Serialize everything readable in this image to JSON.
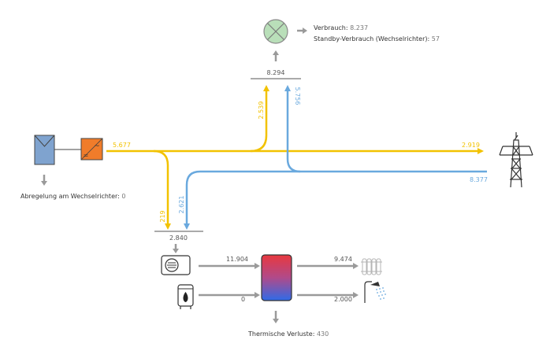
{
  "consumption": {
    "verbrauch_label": "Verbrauch:",
    "verbrauch_value": "8.237",
    "standby_label": "Standby-Verbrauch (Wechselrichter):",
    "standby_value": "57",
    "total_value": "8.294"
  },
  "pv": {
    "output_value": "5.677",
    "curtailment_label": "Abregelung am Wechselrichter:",
    "curtailment_value": "0"
  },
  "flows": {
    "pv_to_consumption": "2.539",
    "grid_to_consumption": "5.756",
    "pv_to_grid": "2.919",
    "grid_import": "8.377",
    "pv_to_heatpump": "219",
    "grid_to_heatpump": "2.621"
  },
  "heat": {
    "heatpump_total": "2.840",
    "heatpump_to_storage": "11.904",
    "boiler_to_storage": "0",
    "storage_to_heating": "9.474",
    "storage_to_hotwater": "2.000",
    "losses_label": "Thermische Verluste:",
    "losses_value": "430"
  },
  "colors": {
    "solar": "#f2c200",
    "grid": "#6aa9de",
    "neutral": "#9a9a9a",
    "inverter": "#f07c2a",
    "panel": "#7fa3cf",
    "lamp": "#b9dfb9"
  }
}
